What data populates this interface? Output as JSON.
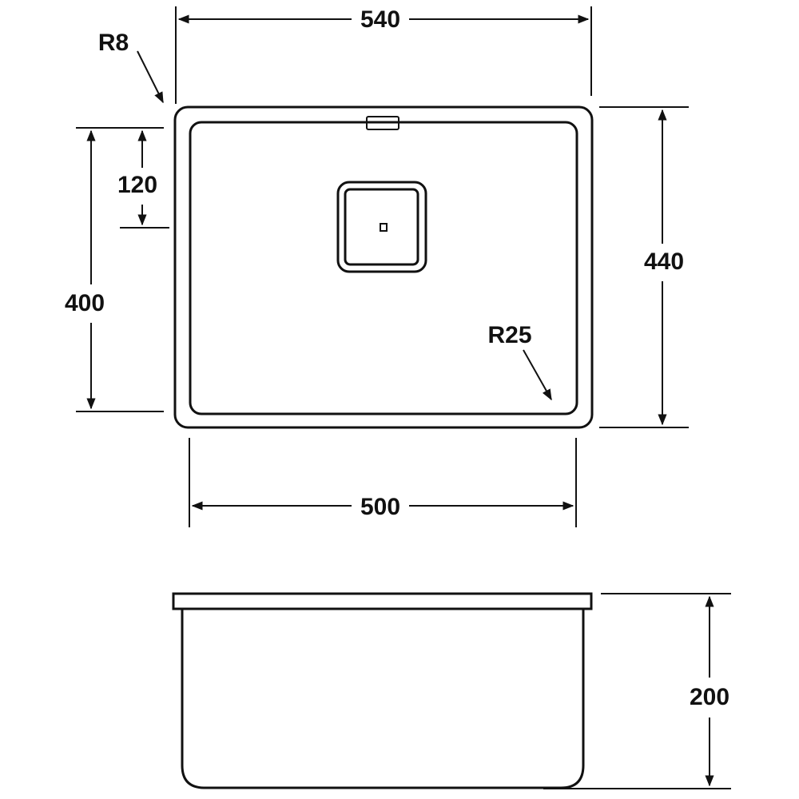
{
  "dimensions": {
    "overall_width": "540",
    "overall_depth": "440",
    "bowl_width": "500",
    "bowl_depth": "400",
    "drain_offset": "120",
    "bowl_height": "200",
    "outer_radius": "R8",
    "inner_radius": "R25"
  },
  "colors": {
    "line": "#111111",
    "background": "#ffffff"
  }
}
